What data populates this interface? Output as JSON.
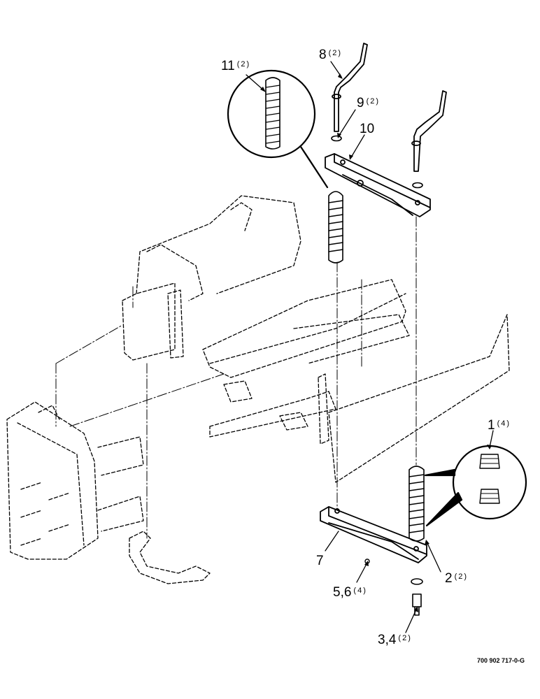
{
  "callouts": [
    {
      "id": "c1",
      "number": "1",
      "qty": "(4)"
    },
    {
      "id": "c2",
      "number": "2",
      "qty": "(2)"
    },
    {
      "id": "c3",
      "number": "3,4",
      "qty": "(2)"
    },
    {
      "id": "c5",
      "number": "5,6",
      "qty": "(4)"
    },
    {
      "id": "c7",
      "number": "7",
      "qty": ""
    },
    {
      "id": "c8",
      "number": "8",
      "qty": "(2)"
    },
    {
      "id": "c9",
      "number": "9",
      "qty": "(2)"
    },
    {
      "id": "c10",
      "number": "10",
      "qty": ""
    },
    {
      "id": "c11",
      "number": "11",
      "qty": "(2)"
    }
  ],
  "drawing_number": "700 902 717-0-G",
  "colors": {
    "line": "#000000",
    "paper": "#ffffff"
  }
}
